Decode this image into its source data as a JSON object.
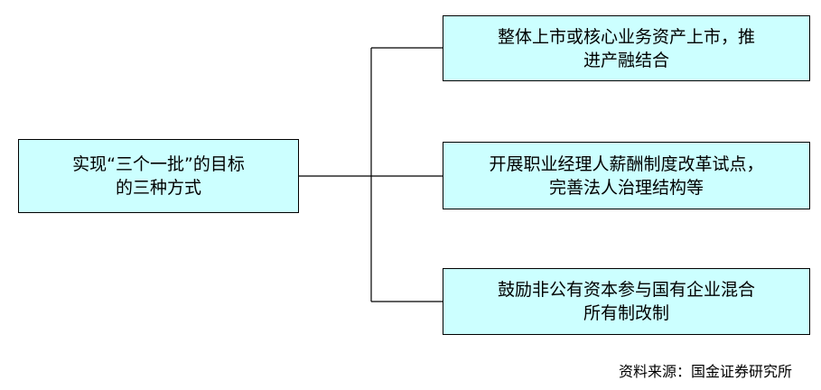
{
  "root": {
    "lines": [
      "实现“三个一批”的目标",
      "的三种方式"
    ]
  },
  "branches": [
    {
      "lines": [
        "整体上市或核心业务资产上市，推",
        "进产融结合"
      ]
    },
    {
      "lines": [
        "开展职业经理人薪酬制度改革试点，",
        "完善法人治理结构等"
      ]
    },
    {
      "lines": [
        "鼓励非公有资本参与国有企业混合",
        "所有制改制"
      ]
    }
  ],
  "source_note": "资料来源：国金证券研究所",
  "colors": {
    "box_fill": "#ccffff",
    "border": "#000000",
    "connector": "#000000"
  }
}
